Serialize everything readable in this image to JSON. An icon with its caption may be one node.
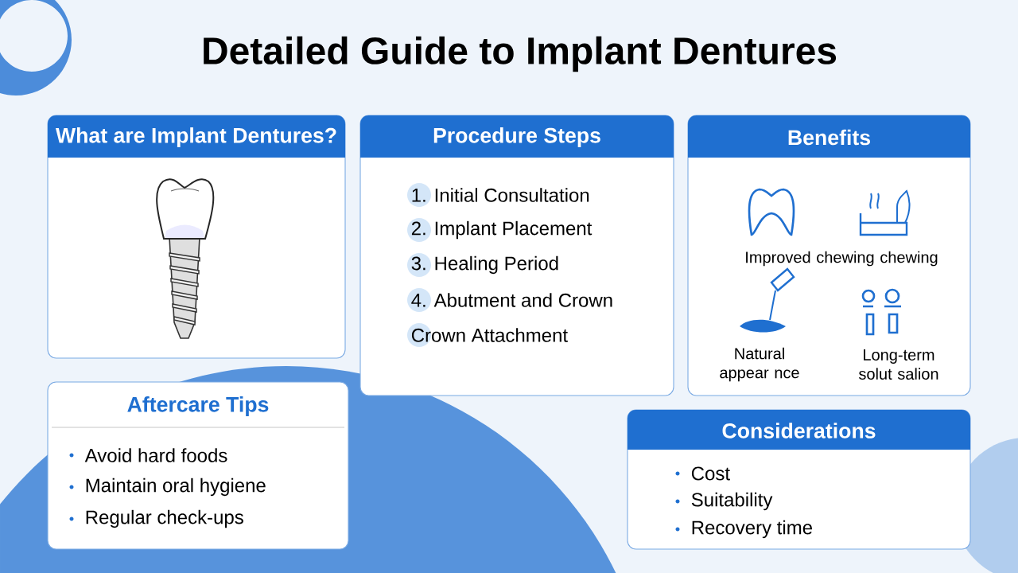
{
  "diagram": {
    "title": "Detailed Guide to Implant Dentures",
    "nodes": [
      {
        "text": [
          "What are Implant Dentures?"
        ]
      },
      {
        "text": [
          "Procedure Steps",
          "1. Initial Consultation",
          "2. Implant Placement",
          "3. Healing Period",
          "4. Abutment and Crown",
          "Crown Attachment"
        ]
      },
      {
        "text": [
          "Benefits",
          "Improved chewing chewing",
          "Natural appear nce",
          "Long-term solut salion"
        ]
      },
      {
        "text": [
          "Aftercare Tips",
          "Avoid hard foods",
          "Maintain oral hygiene",
          "Regular check-ups"
        ]
      },
      {
        "text": [
          "Considerations",
          "Cost",
          "Suitability",
          "Recovery time"
        ]
      }
    ]
  }
}
